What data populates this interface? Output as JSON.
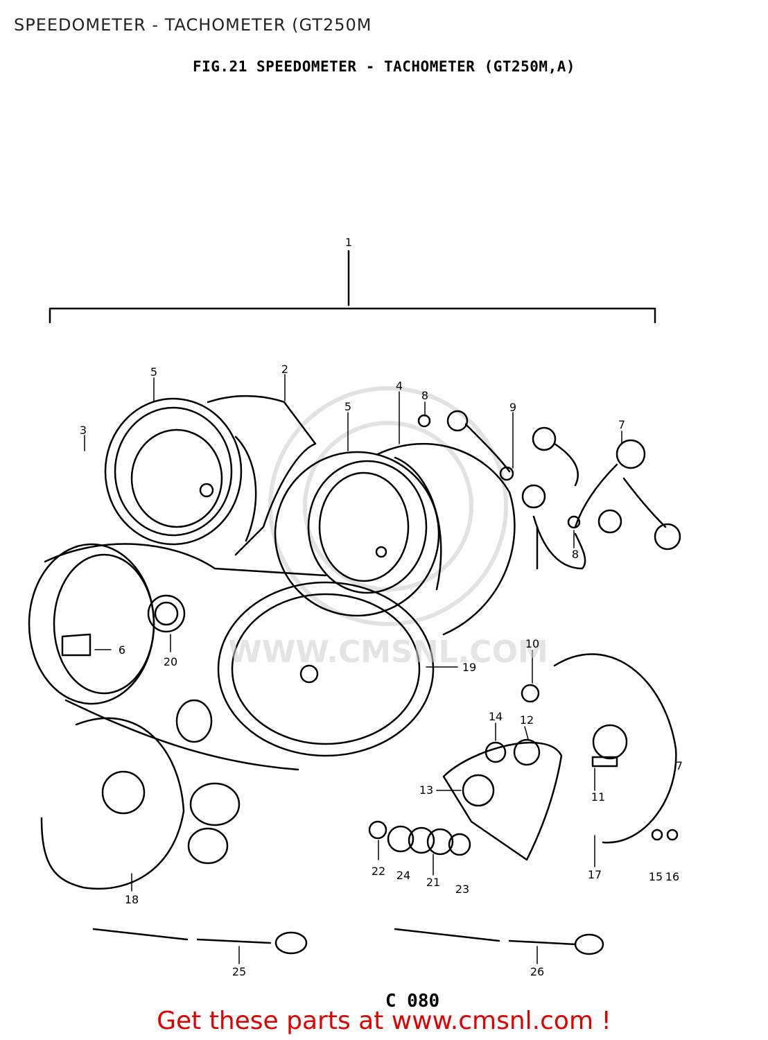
{
  "page_title": "SPEEDOMETER - TACHOMETER (GT250M",
  "figure_title": "FIG.21  SPEEDOMETER - TACHOMETER (GT250M,A)",
  "watermark": "WWW.CMSNL.COM",
  "drawing_code": "C 080",
  "footer": "Get these parts at www.cmsnl.com !",
  "callouts": [
    {
      "id": "c1",
      "label": "1"
    },
    {
      "id": "c2",
      "label": "2"
    },
    {
      "id": "c3",
      "label": "3"
    },
    {
      "id": "c4",
      "label": "4"
    },
    {
      "id": "c5a",
      "label": "5"
    },
    {
      "id": "c5b",
      "label": "5"
    },
    {
      "id": "c6",
      "label": "6"
    },
    {
      "id": "c7a",
      "label": "7"
    },
    {
      "id": "c7b",
      "label": "7"
    },
    {
      "id": "c8a",
      "label": "8"
    },
    {
      "id": "c8b",
      "label": "8"
    },
    {
      "id": "c9",
      "label": "9"
    },
    {
      "id": "c10",
      "label": "10"
    },
    {
      "id": "c11",
      "label": "11"
    },
    {
      "id": "c12",
      "label": "12"
    },
    {
      "id": "c13",
      "label": "13"
    },
    {
      "id": "c14",
      "label": "14"
    },
    {
      "id": "c15",
      "label": "15"
    },
    {
      "id": "c16",
      "label": "16"
    },
    {
      "id": "c17",
      "label": "17"
    },
    {
      "id": "c18",
      "label": "18"
    },
    {
      "id": "c19",
      "label": "19"
    },
    {
      "id": "c20",
      "label": "20"
    },
    {
      "id": "c21",
      "label": "21"
    },
    {
      "id": "c22",
      "label": "22"
    },
    {
      "id": "c23",
      "label": "23"
    },
    {
      "id": "c24",
      "label": "24"
    },
    {
      "id": "c25",
      "label": "25"
    },
    {
      "id": "c26",
      "label": "26"
    }
  ]
}
